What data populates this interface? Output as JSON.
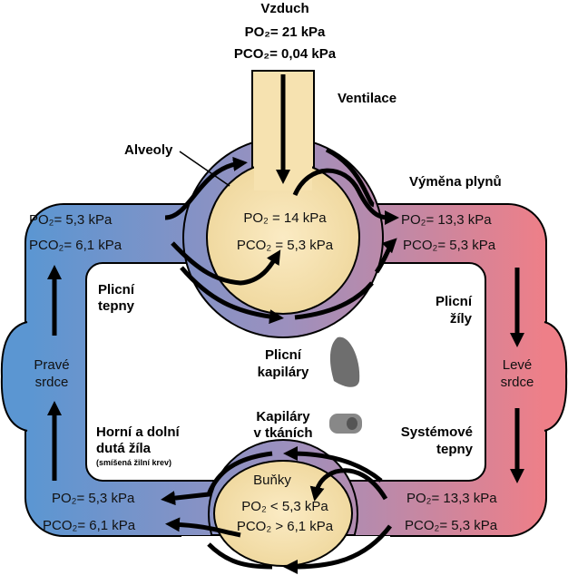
{
  "air": {
    "title": "Vzduch",
    "po2": "PO₂= 21 kPa",
    "pco2": "PCO₂= 0,04 kPa"
  },
  "ventilation": "Ventilace",
  "alveoli_label": "Alveoly",
  "gas_exchange": "Výměna plynů",
  "alveolus": {
    "po2": "PO₂ = 14 kPa",
    "pco2": "PCO₂ = 5,3 kPa"
  },
  "pulmonary_in": {
    "po2": "PO₂= 5,3 kPa",
    "pco2": "PCO₂= 6,1 kPa"
  },
  "pulmonary_out": {
    "po2": "PO₂= 13,3 kPa",
    "pco2": "PCO₂= 5,3 kPa"
  },
  "pulmonary_arteries": [
    "Plicní",
    "tepny"
  ],
  "pulmonary_veins": [
    "Plicní",
    "žíly"
  ],
  "pulmonary_capillaries": [
    "Plicní",
    "kapiláry"
  ],
  "right_heart": [
    "Pravé",
    "srdce"
  ],
  "left_heart": [
    "Levé",
    "srdce"
  ],
  "tissue_capillaries": [
    "Kapiláry",
    "v tkáních"
  ],
  "vena_cava": [
    "Horní a dolní",
    "dutá žíla",
    "(smíšená žilní krev)"
  ],
  "systemic_arteries": [
    "Systémové",
    "tepny"
  ],
  "cells": {
    "title": "Buňky",
    "po2": "PO₂ < 5,3 kPa",
    "pco2": "PCO₂ > 6,1 kPa"
  },
  "systemic_in": {
    "po2": "PO₂= 13,3 kPa",
    "pco2": "PCO₂= 5,3 kPa"
  },
  "systemic_out": {
    "po2": "PO₂= 5,3 kPa",
    "pco2": "PCO₂= 6,1 kPa"
  },
  "colors": {
    "venous": "#5b96d2",
    "mixed": "#9c90be",
    "arterial": "#ee7f88",
    "alveolus": "#f6e2b0"
  }
}
